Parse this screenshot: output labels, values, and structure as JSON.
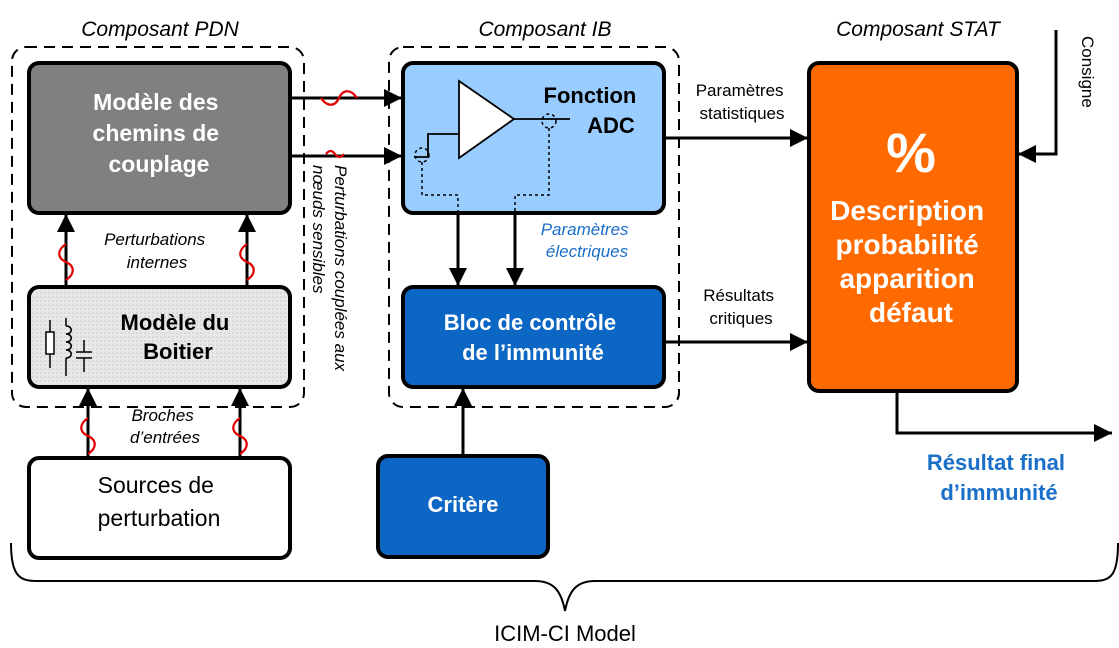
{
  "components": {
    "pdn": "Composant PDN",
    "ib": "Composant IB",
    "stat": "Composant STAT"
  },
  "blocks": {
    "coupling_model": [
      "Modèle des",
      "chemins de",
      "couplage"
    ],
    "package_model": [
      "Modèle du",
      "Boitier"
    ],
    "sources": [
      "Sources de",
      "perturbation"
    ],
    "adc_function": [
      "Fonction",
      "ADC"
    ],
    "immunity_control": [
      "Bloc de contrôle",
      "de l’immunité"
    ],
    "criterion": "Critère",
    "stat_symbol": "%",
    "stat_description": [
      "Description",
      "probabilité",
      "apparition",
      "défaut"
    ]
  },
  "labels": {
    "internal_perturbations": [
      "Perturbations",
      "internes"
    ],
    "input_pins": [
      "Broches",
      "d’entrées"
    ],
    "coupled_perturbations": [
      "Perturbations couplées aux",
      "nœuds sensibles"
    ],
    "electrical_params": [
      "Paramètres",
      "électriques"
    ],
    "statistical_params": [
      "Paramètres",
      "statistiques"
    ],
    "critical_results": [
      "Résultats",
      "critiques"
    ],
    "setpoint": "Consigne",
    "final_result": [
      "Résultat final",
      "d’immunité"
    ],
    "model_name": "ICIM-CI Model"
  },
  "colors": {
    "gray_block": "#808080",
    "package_fill": "#e6e6e6",
    "light_blue": "#99ccff",
    "dark_blue": "#0b66c4",
    "orange": "#ff6a00",
    "blue_text": "#1a6fc9",
    "wave": "#e00000"
  }
}
